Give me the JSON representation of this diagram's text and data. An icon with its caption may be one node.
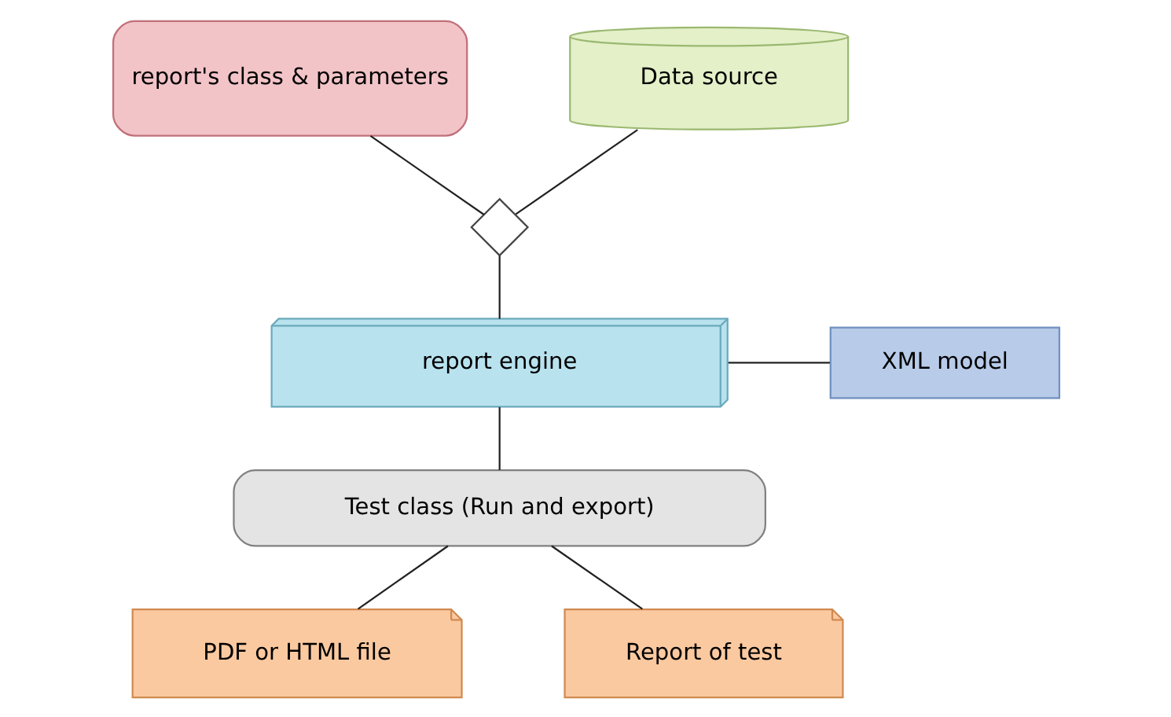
{
  "diagram": {
    "nodes": [
      {
        "text": [
          "report's class & parameters"
        ]
      },
      {
        "text": [
          "Data source"
        ]
      },
      {
        "text": [],
        "shape": "diamond"
      },
      {
        "text": [
          "report engine"
        ]
      },
      {
        "text": [
          "XML model"
        ]
      },
      {
        "text": [
          "Test class (Run and export)"
        ]
      },
      {
        "text": [
          "PDF or HTML file"
        ]
      },
      {
        "text": [
          "Report of test"
        ]
      }
    ],
    "edges": [
      {
        "from": 0,
        "to": 2,
        "arrow": "none"
      },
      {
        "from": 1,
        "to": 2,
        "arrow": "none"
      },
      {
        "from": 2,
        "to": 3,
        "arrow": "none"
      },
      {
        "from": 3,
        "to": 4,
        "arrow": "none"
      },
      {
        "from": 3,
        "to": 5,
        "arrow": "none"
      },
      {
        "from": 5,
        "to": 6,
        "arrow": "none"
      },
      {
        "from": 5,
        "to": 7,
        "arrow": "none"
      }
    ]
  }
}
